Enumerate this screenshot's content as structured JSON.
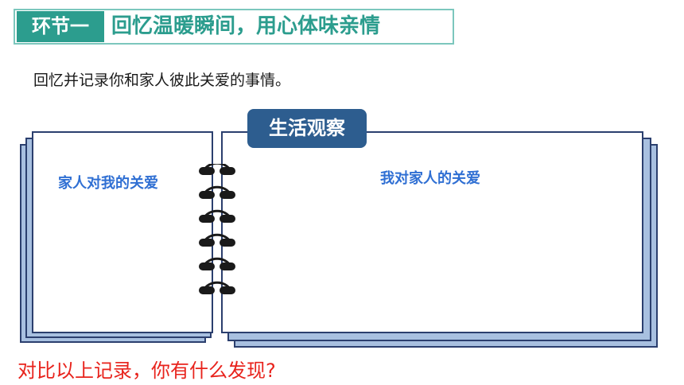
{
  "header": {
    "tag": "环节一",
    "title": "回忆温暖瞬间，用心体味亲情"
  },
  "instruction": "回忆并记录你和家人彼此关爱的事情。",
  "notebook": {
    "badge": "生活观察",
    "left_page_label": "家人对我的关爱",
    "right_page_label": "我对家人的关爱",
    "ring_count": 6
  },
  "question": "对比以上记录，你有什么发现?",
  "colors": {
    "accent_teal": "#2c9d8e",
    "badge_blue": "#2d5d8f",
    "label_blue": "#2f6fd3",
    "question_red": "#e8231c",
    "page_back_blue": "#a8c0e0"
  }
}
